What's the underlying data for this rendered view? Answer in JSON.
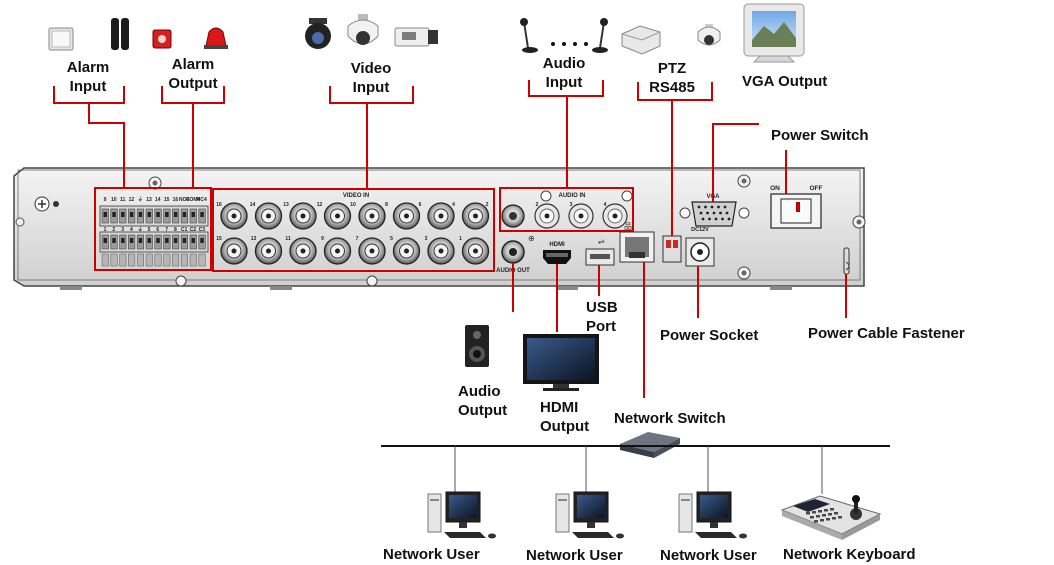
{
  "labels": {
    "alarm_input": "Alarm\nInput",
    "alarm_output": "Alarm\nOutput",
    "video_input": "Video\nInput",
    "audio_input": "Audio\nInput",
    "ptz": "PTZ\nRS485",
    "vga_output": "VGA Output",
    "power_switch": "Power Switch",
    "usb_port": "USB\nPort",
    "power_socket": "Power Socket",
    "power_cable_fastener": "Power Cable Fastener",
    "audio_output": "Audio\nOutput",
    "hdmi_output": "HDMI\nOutput",
    "network_switch": "Network Switch",
    "network_user": "Network User",
    "network_keyboard": "Network Keyboard"
  },
  "panel": {
    "video_in": "VIDEO IN",
    "audio_in": "AUDIO IN",
    "audio_out": "AUDIO OUT",
    "vga": "VGA",
    "hdmi": "HDMI",
    "on": "ON",
    "off": "OFF",
    "dc12v": "DC12V",
    "alarm_top_numbers": [
      "9",
      "10",
      "11",
      "12",
      "⏚",
      "13",
      "14",
      "15",
      "16",
      "NO4",
      "COM4",
      "NC4"
    ],
    "alarm_bottom_numbers": [
      "1",
      "2",
      "3",
      "4",
      "⏚",
      "5",
      "6",
      "7",
      "8",
      "C1",
      "C2",
      "C3"
    ],
    "video_top_numbers": [
      "16",
      "14",
      "13",
      "12",
      "10",
      "8",
      "6",
      "4",
      "2"
    ],
    "video_bottom_numbers": [
      "15",
      "13",
      "11",
      "9",
      "7",
      "5",
      "3",
      "1"
    ],
    "audio_numbers": [
      "2",
      "3",
      "4"
    ]
  },
  "colors": {
    "connector_line": "#cc0000",
    "network_line": "#111111",
    "panel_outline": "#444444"
  }
}
